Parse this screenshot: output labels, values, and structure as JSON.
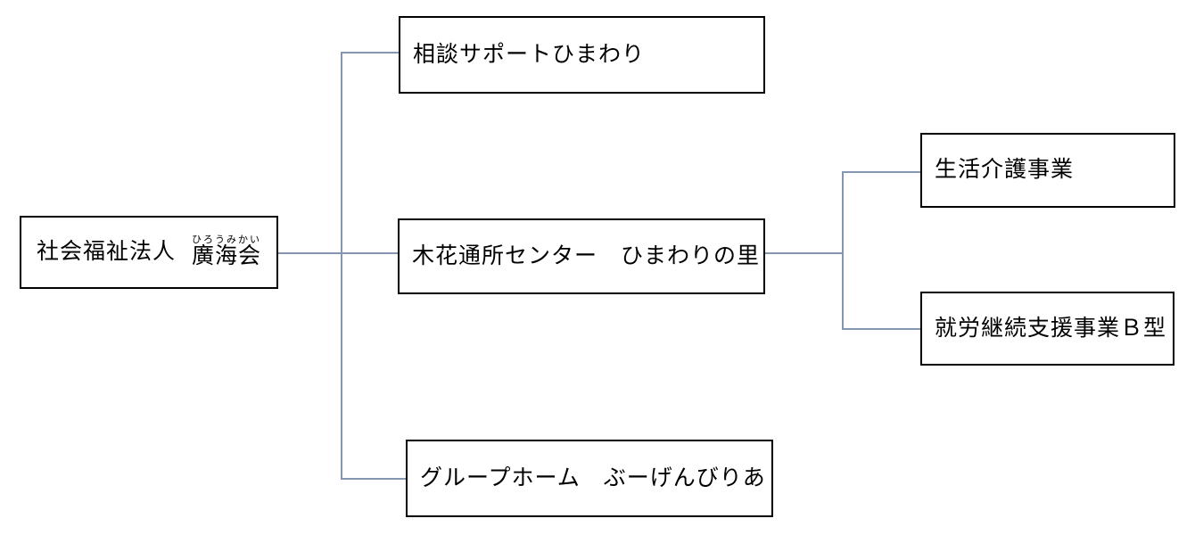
{
  "page": {
    "background_color": "#ffffff"
  },
  "org_chart": {
    "connector_color": "#8496b0",
    "box_border_color": "#000000",
    "text_color": "#000000",
    "root": {
      "prefix": "社会福祉法人",
      "name": "廣海会",
      "furigana": "ひろうみかい"
    },
    "level1": [
      {
        "label": "相談サポートひまわり"
      },
      {
        "label": "木花通所センター　ひまわりの里"
      },
      {
        "label": "グループホーム　ぶーげんびりあ"
      }
    ],
    "level2": [
      {
        "label": "生活介護事業"
      },
      {
        "label": "就労継続支援事業Ｂ型"
      }
    ]
  }
}
